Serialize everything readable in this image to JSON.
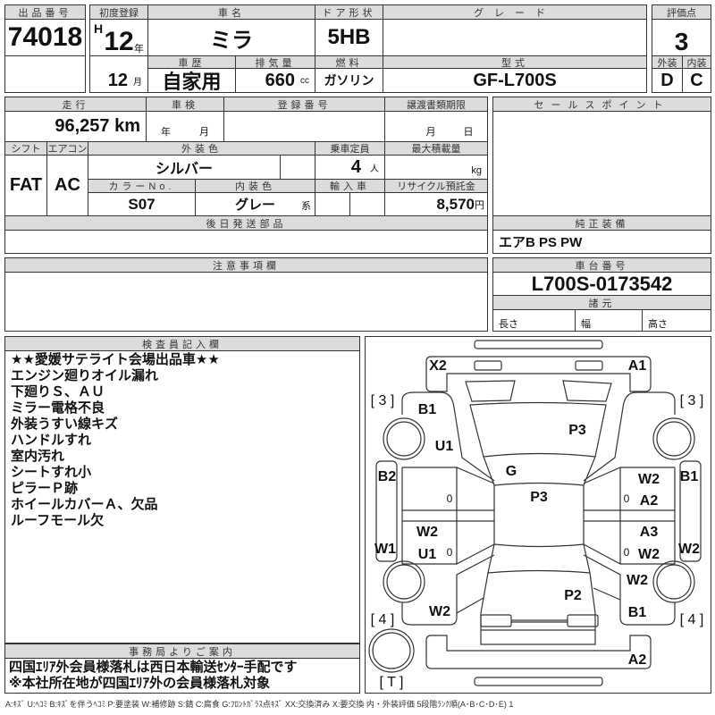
{
  "lot": {
    "label": "出品番号",
    "value": "74018"
  },
  "first_reg": {
    "label": "初度登録",
    "era": "H",
    "year": "12",
    "year_unit": "年",
    "month": "12",
    "month_unit": "月"
  },
  "car_name": {
    "label": "車名",
    "value": "ミラ"
  },
  "door": {
    "label": "ドア形状",
    "value": "5HB"
  },
  "grade": {
    "label": "グレード",
    "value": ""
  },
  "history": {
    "label": "車歴",
    "value": "自家用"
  },
  "displacement": {
    "label": "排気量",
    "value": "660",
    "unit": "cc"
  },
  "fuel": {
    "label": "燃料",
    "value": "ガソリン"
  },
  "model": {
    "label": "型式",
    "value": "GF-L700S"
  },
  "score": {
    "label": "評価点",
    "value": "3",
    "ext_label": "外装",
    "ext": "D",
    "int_label": "内装",
    "int": "C"
  },
  "mileage": {
    "label": "走行",
    "value": "96,257 km"
  },
  "inspection": {
    "label": "車検",
    "year_unit": "年",
    "month_unit": "月"
  },
  "reg_no": {
    "label": "登録番号"
  },
  "transfer": {
    "label": "譲渡書類期限",
    "month_unit": "月",
    "day_unit": "日"
  },
  "shift": {
    "label": "シフト",
    "value": "FAT"
  },
  "ac": {
    "label": "エアコン",
    "value": "AC"
  },
  "ext_color": {
    "label": "外装色",
    "value": "シルバー"
  },
  "seats": {
    "label": "乗車定員",
    "value": "4",
    "unit": "人"
  },
  "max_load": {
    "label": "最大積載量",
    "unit": "kg"
  },
  "color_no": {
    "label": "カラーNo.",
    "value": "S07"
  },
  "int_color": {
    "label": "内装色",
    "value": "グレー",
    "suffix": "系"
  },
  "import": {
    "label": "輸入車"
  },
  "recycle": {
    "label": "リサイクル預託金",
    "value": "8,570",
    "unit": "円"
  },
  "later_parts": {
    "label": "後日発送部品"
  },
  "sales_point": {
    "label": "セールスポイント"
  },
  "equipment": {
    "label": "純正装備",
    "value": "エアB PS PW"
  },
  "caution": {
    "label": "注意事項欄"
  },
  "chassis": {
    "label": "車台番号",
    "value": "L700S-0173542"
  },
  "specs": {
    "label": "諸元",
    "length": "長さ",
    "width": "幅",
    "height": "高さ"
  },
  "inspector": {
    "label": "検査員記入欄",
    "lines": [
      "★★愛媛サテライト会場出品車★★",
      "エンジン廻りオイル漏れ",
      "下廻りＳ、ＡＵ",
      "ミラー電格不良",
      "外装うすい線キズ",
      "ハンドルすれ",
      "室内汚れ",
      "シートすれ小",
      "ピラーＰ跡",
      "ホイールカバーＡ、欠品",
      "ルーフモール欠"
    ]
  },
  "office": {
    "label": "事務局よりご案内",
    "lines": [
      "四国ｴﾘｱ外会員様落札は西日本輸送ｾﾝﾀｰ手配です",
      "※本社所在地が四国ｴﾘｱ外の会員様落札対象"
    ]
  },
  "diagram": {
    "marks": [
      "X2",
      "A1",
      "[ 3 ]",
      "[ 3 ]",
      "B1",
      "P3",
      "U1",
      "G",
      "B2",
      "P3",
      "W2",
      "B1",
      "0",
      "0",
      "A2",
      "W2",
      "A3",
      "W1",
      "U1",
      "0",
      "0",
      "W2",
      "W2",
      "W2",
      "P2",
      "W2",
      "B1",
      "[ 4 ]",
      "[ 4 ]",
      "A2",
      "[ T ]"
    ]
  },
  "legend": "A:ｷｽﾞ U:ﾍｺﾐ B:ｷｽﾞを伴うﾍｺﾐ P:要塗装 W:補修跡 S:錆 C:腐食 G:ﾌﾛﾝﾄｶﾞﾗｽ点ｷｽﾞ XX:交換済み X:要交換 内・外装評価 5段階ﾗﾝｸ順(A･B･C･D･E) 1"
}
